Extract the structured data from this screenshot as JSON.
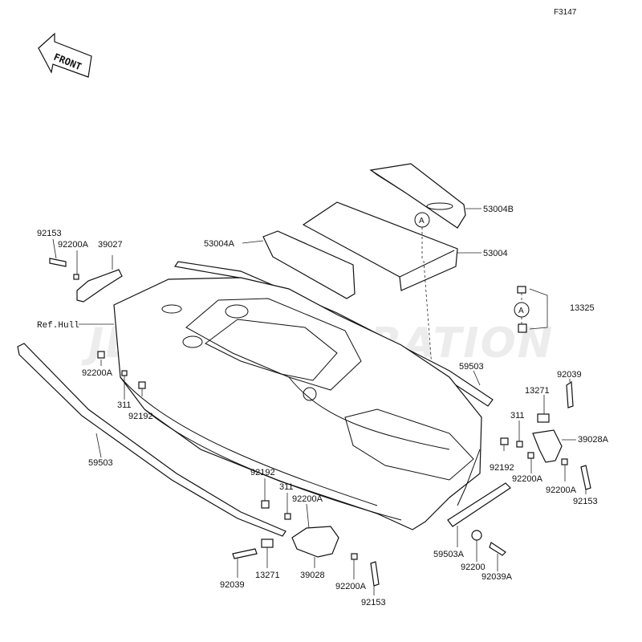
{
  "figure_code": "F3147",
  "front_arrow_text": "FRONT",
  "watermark": "JETSPORPORATION",
  "ref_hull": "Ref.Hull",
  "callout_letter": "A",
  "parts": {
    "p53004B": "53004B",
    "p53004": "53004",
    "p53004A": "53004A",
    "p13325": "13325",
    "p92153_tl": "92153",
    "p92200A_tl": "92200A",
    "p39027": "39027",
    "p92200A_l": "92200A",
    "p311_l": "311",
    "p92192_l": "92192",
    "p59503_l": "59503",
    "p59503_r": "59503",
    "p92039_r": "92039",
    "p13271_r": "13271",
    "p311_r": "311",
    "p39028A": "39028A",
    "p92192_r": "92192",
    "p92200A_r1": "92200A",
    "p92200A_r2": "92200A",
    "p92153_r": "92153",
    "p92192_b": "92192",
    "p311_b": "311",
    "p92200A_b1": "92200A",
    "p92039_b": "92039",
    "p13271_b": "13271",
    "p39028": "39028",
    "p92200A_b2": "92200A",
    "p92153_b": "92153",
    "p59503A": "59503A",
    "p92200": "92200",
    "p92039A": "92039A"
  }
}
